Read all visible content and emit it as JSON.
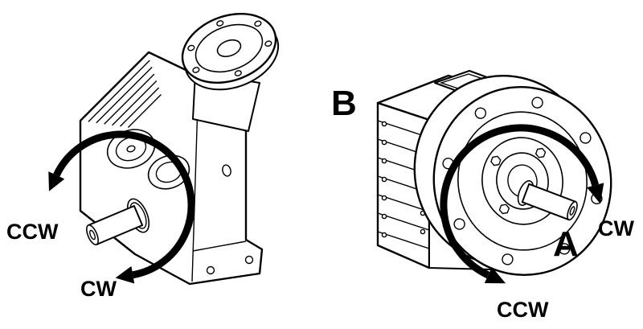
{
  "diagram": {
    "left_unit": {
      "labels": {
        "ccw": "CCW",
        "cw": "CW"
      }
    },
    "right_unit": {
      "labels": {
        "b": "B",
        "a": "A",
        "cw": "CW",
        "ccw": "CCW"
      }
    },
    "colors": {
      "line": "#000000",
      "background": "#ffffff",
      "arrow": "#000000"
    }
  }
}
